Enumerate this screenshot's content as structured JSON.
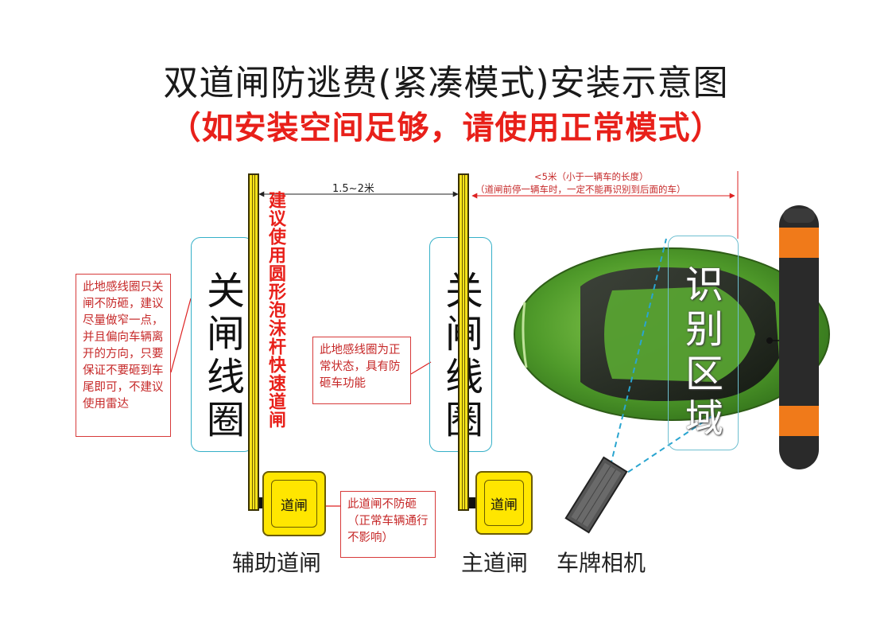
{
  "title": "双道闸防逃费(紧凑模式)安装示意图",
  "subtitle": "（如安装空间足够，请使用正常模式）",
  "dimensions": {
    "gate_spacing": "1.5~2米",
    "distance_limit": "<5米（小于一辆车的长度）",
    "distance_note": "（道闸前停一辆车时，一定不能再识别到后面的车）"
  },
  "loops": {
    "aux_loop_label": "关闸线圈",
    "main_loop_label": "关闸线圈"
  },
  "recognition_zone_label": "识别区域",
  "vertical_note": "建议使用圆形泡沫杆快速道闸",
  "notes": {
    "aux_loop_note": "此地感线圈只关闸不防砸，建议尽量做窄一点，并且偏向车辆离开的方向，只要保证不要砸到车尾即可，不建议使用雷达",
    "main_loop_note": "此地感线圈为正常状态，具有防砸车功能",
    "aux_gate_note": "此道闸不防砸（正常车辆通行不影响）"
  },
  "gates": {
    "aux_gate_box": "道闸",
    "main_gate_box": "道闸"
  },
  "bottom_labels": {
    "aux_gate": "辅助道闸",
    "main_gate": "主道闸",
    "camera": "车牌相机"
  },
  "colors": {
    "title": "#1a1a1a",
    "subtitle": "#e8201a",
    "loop_border": "#35b0c8",
    "boom": "#f6e21a",
    "note_border": "#d73a3a",
    "car_body": "#5aa832",
    "post_orange": "#f07a1a"
  }
}
